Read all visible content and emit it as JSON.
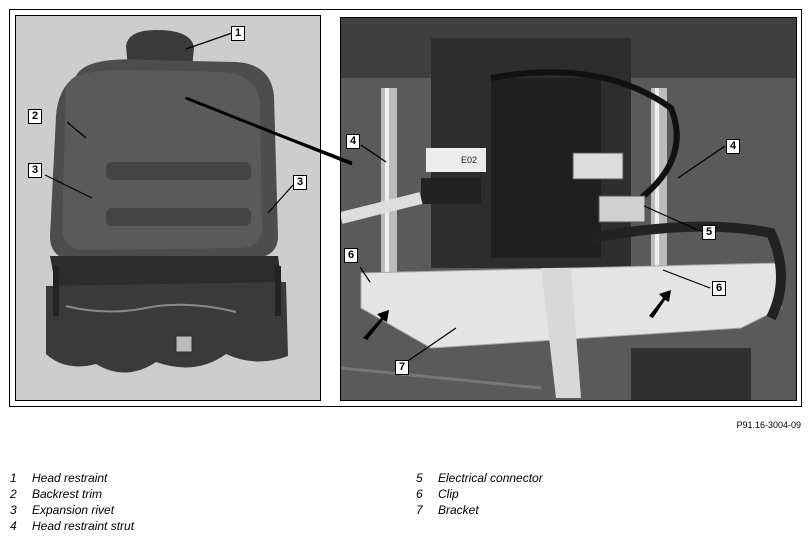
{
  "callouts": {
    "c1": "1",
    "c2": "2",
    "c3a": "3",
    "c3b": "3",
    "c4a": "4",
    "c4b": "4",
    "c5": "5",
    "c6a": "6",
    "c6b": "6",
    "c7": "7"
  },
  "figure_code": "P91.16-3004-09",
  "label_e02": "E02",
  "legend_left": [
    {
      "num": "1",
      "text": "Head restraint"
    },
    {
      "num": "2",
      "text": "Backrest trim"
    },
    {
      "num": "3",
      "text": "Expansion rivet"
    },
    {
      "num": "4",
      "text": "Head restraint strut"
    }
  ],
  "legend_right": [
    {
      "num": "5",
      "text": "Electrical connector"
    },
    {
      "num": "6",
      "text": "Clip"
    },
    {
      "num": "7",
      "text": "Bracket"
    }
  ]
}
